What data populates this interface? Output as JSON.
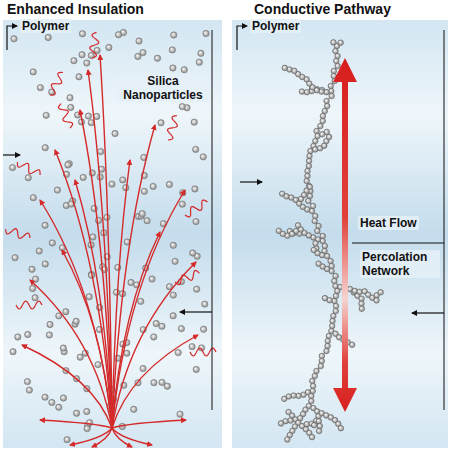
{
  "diagram": {
    "nodes": [
      {
        "text": [
          "Enhanced Insulation"
        ]
      },
      {
        "text": [
          "Conductive Pathway"
        ]
      }
    ],
    "labels": [
      "Polymer",
      "Silica Nanoparticles",
      "Polymer",
      "Heat Flow",
      "Percolation Network"
    ]
  }
}
